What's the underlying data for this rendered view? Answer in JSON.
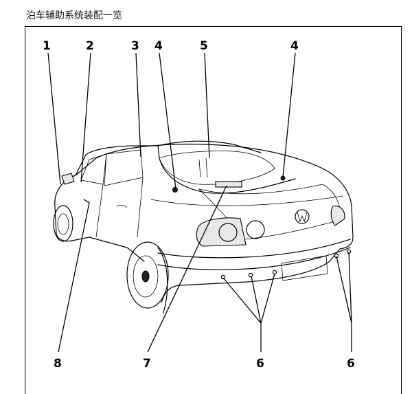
{
  "header": {
    "title": "泊车辅助系统装配一览"
  },
  "callouts": {
    "c1": "1",
    "c2": "2",
    "c3": "3",
    "c4a": "4",
    "c5": "5",
    "c4b": "4",
    "c8": "8",
    "c7": "7",
    "c6a": "6",
    "c6b": "6"
  },
  "colors": {
    "line": "#000000",
    "background": "#ffffff"
  }
}
